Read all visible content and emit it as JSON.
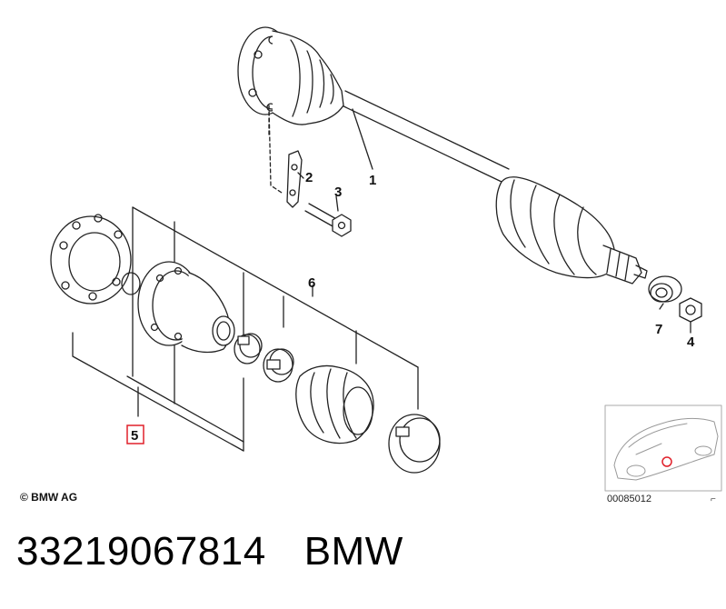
{
  "diagram": {
    "callouts": {
      "c1": "1",
      "c2": "2",
      "c3": "3",
      "c4": "4",
      "c5": "5",
      "c6": "6",
      "c7": "7"
    },
    "highlight_color": "#e0202a",
    "line_color": "#222222"
  },
  "footer": {
    "copyright": "© BMW AG",
    "diagram_number": "00085012"
  },
  "product": {
    "part_number": "33219067814",
    "brand": "BMW"
  }
}
